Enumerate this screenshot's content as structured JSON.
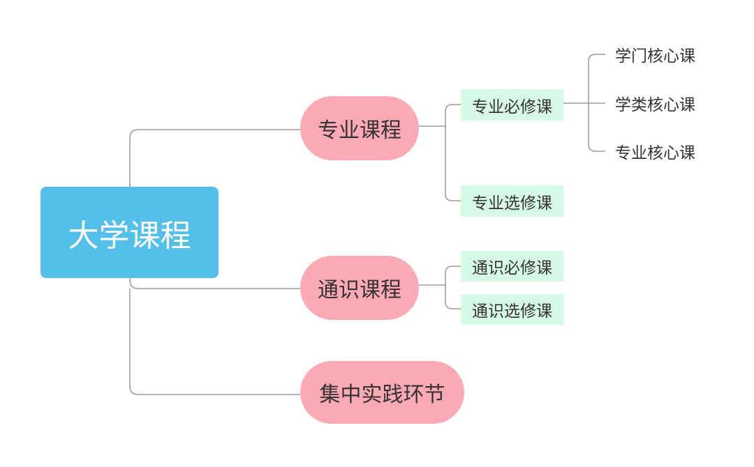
{
  "root": {
    "label": "大学课程"
  },
  "branches": [
    {
      "label": "专业课程"
    },
    {
      "label": "通识课程"
    },
    {
      "label": "集中实践环节"
    }
  ],
  "major_children": [
    {
      "label": "专业必修课"
    },
    {
      "label": "专业选修课"
    }
  ],
  "required_children": [
    {
      "label": "学门核心课"
    },
    {
      "label": "学类核心课"
    },
    {
      "label": "专业核心课"
    }
  ],
  "general_children": [
    {
      "label": "通识必修课"
    },
    {
      "label": "通识选修课"
    }
  ],
  "colors": {
    "root_fill": "#55bfec",
    "branch_fill": "#fbaab5",
    "subnode_fill": "#d6f8e6",
    "connector": "#9a9a9a"
  }
}
